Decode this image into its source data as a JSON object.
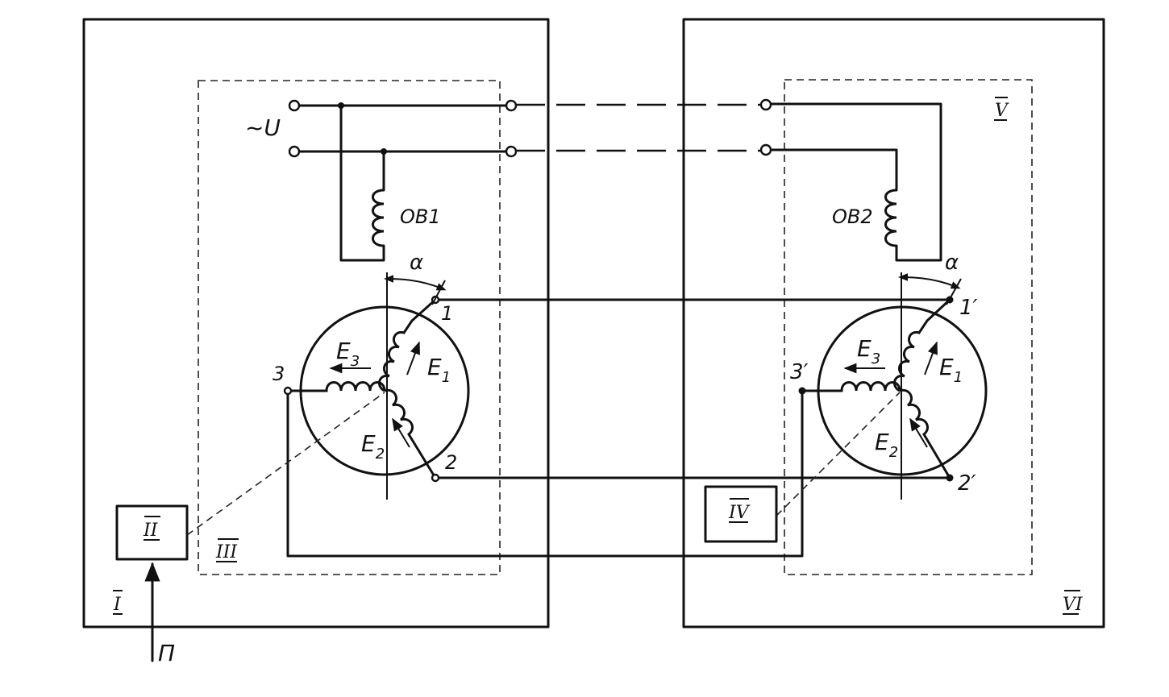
{
  "labels": {
    "supply": "~U",
    "ov1": "OB1",
    "ov2": "OB2",
    "alpha_left": "α",
    "alpha_right": "α",
    "e1": "E",
    "e2": "E",
    "e3": "E",
    "sub1": "1",
    "sub2": "2",
    "sub3": "3",
    "t1": "1",
    "t2": "2",
    "t3": "3",
    "t1p": "1′",
    "t2p": "2′",
    "t3p": "3′",
    "input_p": "П",
    "block_I": "I",
    "block_II": "II",
    "block_III": "III",
    "block_IV": "IV",
    "block_V": "V",
    "block_VI": "VI"
  }
}
